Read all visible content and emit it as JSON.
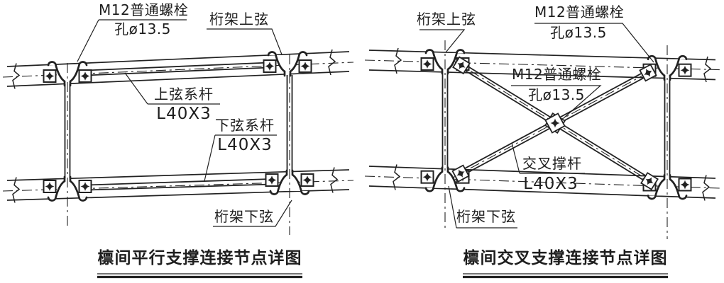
{
  "page": {
    "background": "#ffffff",
    "ink": "#222222",
    "kind": "structural steel connection detail drawing"
  },
  "diagrams": [
    {
      "id": "parallel-bracing",
      "title": "檩间平行支撑连接节点详图",
      "labels": {
        "bolt_note": {
          "line1": "M12普通螺栓",
          "line2": "孔ø13.5"
        },
        "top_chord": "桁架上弦",
        "top_tie": {
          "line1": "上弦系杆",
          "line2": "L40X3"
        },
        "bottom_tie": {
          "line1": "下弦系杆",
          "line2": "L40X3"
        },
        "bottom_chord": "桁架下弦"
      }
    },
    {
      "id": "cross-bracing",
      "title": "檩间交叉支撑连接节点详图",
      "labels": {
        "top_chord": "桁架上弦",
        "bolt_note_top": {
          "line1": "M12普通螺栓",
          "line2": "孔ø13.5"
        },
        "bolt_note_center": {
          "line1": "M12普通螺栓",
          "line2": "孔ø13.5"
        },
        "cross_brace": {
          "line1": "交叉撑杆",
          "line2": "L40X3"
        },
        "bottom_chord": "桁架下弦"
      }
    }
  ]
}
